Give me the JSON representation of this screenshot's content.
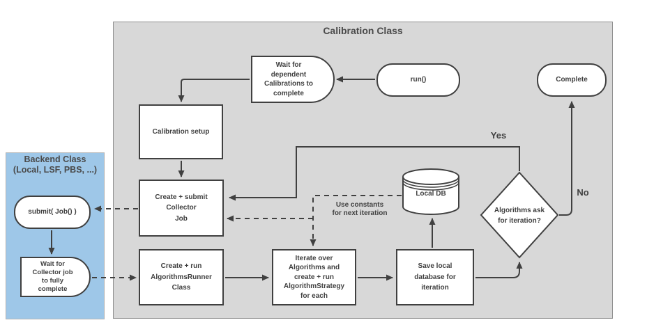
{
  "calibration": {
    "title": "Calibration Class"
  },
  "backend": {
    "title": "Backend Class\n(Local, LSF, PBS, ...)"
  },
  "nodes": {
    "run": "run()",
    "complete": "Complete",
    "wait_dependent": "Wait for\ndependent\nCalibrations to\ncomplete",
    "calibration_setup": "Calibration setup",
    "create_submit": "Create + submit\nCollector\nJob",
    "create_run": "Create + run\nAlgorithmsRunner\nClass",
    "iterate": "Iterate over\nAlgorithms and\ncreate + run\nAlgorithmStrategy\nfor each",
    "save_local": "Save local\ndatabase for\niteration",
    "local_db": "Local DB",
    "ask_iteration": "Algorithms ask\nfor iteration?",
    "submit_job": "submit( Job() )",
    "wait_collector": "Wait for\nCollector job\nto fully\ncomplete"
  },
  "edge_labels": {
    "yes": "Yes",
    "no": "No",
    "use_constants": "Use constants\nfor next iteration"
  },
  "colors": {
    "container_fill": "#d8d8d8",
    "backend_fill": "#9ec7e8",
    "shape_fill": "#ffffff",
    "stroke": "#404040",
    "text": "#404040"
  }
}
